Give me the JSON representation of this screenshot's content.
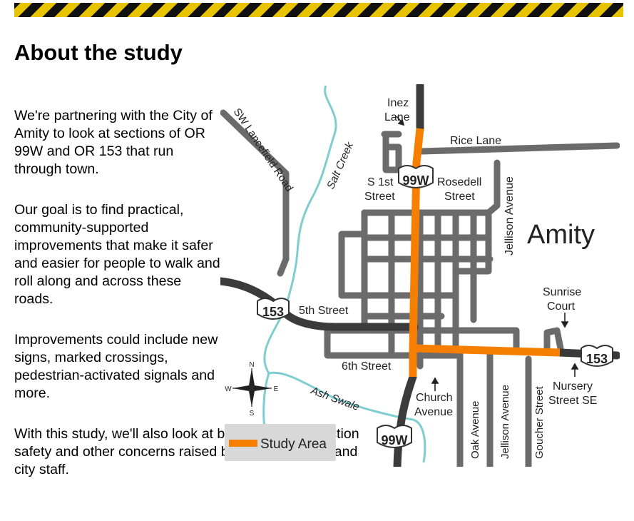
{
  "page": {
    "title": "About the study",
    "paragraphs": [
      "We're partnering with the City of Amity to look at sections of OR 99W and OR 153 that run through town.",
      "Our goal is to find practical, community-supported improvements that make it safer and easier for people to walk and roll along and across these roads.",
      "Improvements could include new signs, marked crossings, pedestrian-activated signals and more.",
      "With this study, we'll also look at bike lanes, intersection safety and other concerns raised by the community and city staff."
    ]
  },
  "map": {
    "town_name": "Amity",
    "legend_label": "Study Area",
    "study_area_color": "#f77f00",
    "road_color": "#6b6b6b",
    "highway_color": "#3b3b3b",
    "water_color": "#7fcdd0",
    "highway_shields": {
      "us99w": "99W",
      "or153": "153"
    },
    "compass": {
      "n": "N",
      "s": "S",
      "e": "E",
      "w": "W"
    },
    "labels": {
      "inez_lane": [
        "Inez",
        "Lane"
      ],
      "rice_lane": "Rice Lane",
      "s_1st_street": [
        "S 1st",
        "Street"
      ],
      "rosedell_street": [
        "Rosedell",
        "Street"
      ],
      "jellison_avenue_north": "Jellison Avenue",
      "sw_lancefield_road": "SW Lancefield Road",
      "salt_creek": "Salt Creek",
      "fifth_street": "5th Street",
      "sunrise_court": [
        "Sunrise",
        "Court"
      ],
      "sixth_street": "6th Street",
      "nursery_street": [
        "Nursery",
        "Street SE"
      ],
      "church_avenue": [
        "Church",
        "Avenue"
      ],
      "ash_swale": "Ash Swale",
      "oak_avenue": "Oak Avenue",
      "jellison_avenue_south": "Jellison Avenue",
      "goucher_street": "Goucher Street"
    }
  }
}
